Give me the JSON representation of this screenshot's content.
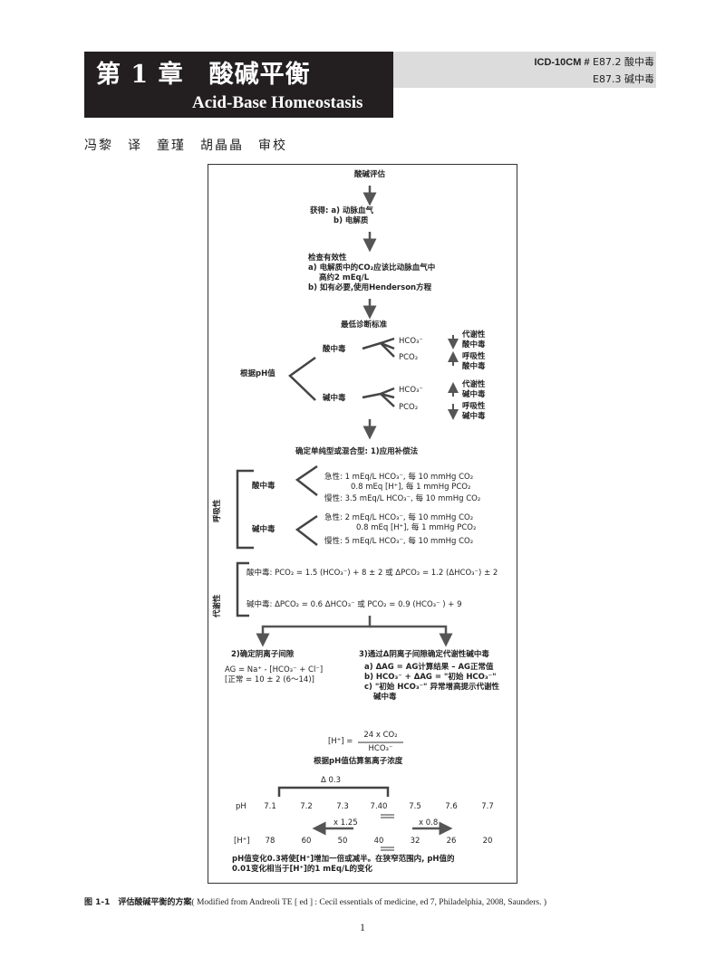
{
  "header": {
    "chapter_cn": "第 1 章　酸碱平衡",
    "chapter_en": "Acid-Base Homeostasis",
    "icd_prefix": "ICD-10CM #",
    "icd_line1": " E87.2 酸中毒",
    "icd_line2": "E87.3 碱中毒"
  },
  "translators": "冯黎　译　童瑾　胡晶晶　审校",
  "flow": {
    "title": "酸碱评估",
    "obtain_1": "获得: a) 动脉血气",
    "obtain_2": "b) 电解质",
    "validity_title": "检查有效性",
    "validity_a1": "a) 电解质中的CO₂应该比动脉血气中",
    "validity_a2": "高约2 mEq/L",
    "validity_b": "b) 如有必要,使用Henderson方程",
    "min_criteria": "最低诊断标准",
    "ph_based": "根据pH值",
    "acidosis": "酸中毒",
    "alkalosis": "碱中毒",
    "hco3": "HCO₃⁻",
    "pco2": "PCO₂",
    "metabolic_acid_1": "代谢性",
    "metabolic_acid_2": "酸中毒",
    "resp_acid_1": "呼吸性",
    "resp_acid_2": "酸中毒",
    "metabolic_alk_1": "代谢性",
    "metabolic_alk_2": "碱中毒",
    "resp_alk_1": "呼吸性",
    "resp_alk_2": "碱中毒",
    "determine_mix": "确定单纯型或混合型: 1)应用补偿法",
    "respiratory": "呼吸性",
    "metabolic": "代谢性",
    "resp_acid_label": "酸中毒",
    "resp_acid_acute1": "急性:  1 mEq/L HCO₃⁻, 每 10 mmHg CO₂",
    "resp_acid_acute2": "0.8 mEq [H⁺], 每 1 mmHg PCO₂",
    "resp_acid_chronic": "慢性:  3.5 mEq/L HCO₃⁻, 每 10 mmHg CO₂",
    "resp_alk_label": "碱中毒",
    "resp_alk_acute1": "急性:  2 mEq/L HCO₃⁻, 每 10 mmHg CO₂",
    "resp_alk_acute2": "0.8 mEq [H⁺], 每 1 mmHg PCO₂",
    "resp_alk_chronic": "慢性:  5 mEq/L HCO₃⁻, 每 10 mmHg CO₂",
    "met_acid": "酸中毒:  PCO₂ = 1.5 (HCO₃⁻) + 8 ± 2 或 ΔPCO₂ = 1.2 (ΔHCO₃⁻) ± 2",
    "met_alk": "碱中毒:  ΔPCO₂ = 0.6  ΔHCO₃⁻ 或 PCO₂ = 0.9 (HCO₃⁻ ) + 9",
    "ag_title": "2)确定阴离子间隙",
    "ag_formula": "AG = Na⁺ - [HCO₃⁻ + Cl⁻]",
    "ag_normal": "[正常 = 10 ± 2 (6～14)]",
    "delta_title": "3)通过Δ阴离子间隙确定代谢性碱中毒",
    "delta_a": "a) ΔAG = AG计算结果 – AG正常值",
    "delta_b": "b) HCO₃⁻ + ΔAG = \"初始 HCO₃⁻\"",
    "delta_c1": "c) \"初始 HCO₃⁻\" 异常增高提示代谢性",
    "delta_c2": "碱中毒",
    "h_lhs": "[H⁺] =",
    "h_num": "24 x CO₂",
    "h_den": "HCO₃⁻",
    "h_estimate": "根据pH值估算氢离子浓度",
    "delta_ph": "Δ 0.3",
    "ph_label": "pH",
    "ph_values": [
      "7.1",
      "7.2",
      "7.3",
      "7.40",
      "7.5",
      "7.6",
      "7.7"
    ],
    "h_label": "[H⁺]",
    "h_values": [
      "78",
      "60",
      "50",
      "40",
      "32",
      "26",
      "20"
    ],
    "mult_left": "x 1.25",
    "mult_right": "x 0.8",
    "note1": "pH值变化0.3将使[H⁺]增加一倍或减半。在狭窄范围内, pH值的",
    "note2": "0.01变化相当于[H⁺]的1 mEq/L的变化"
  },
  "caption": {
    "label": "图 1-1　评估酸碱平衡的方案",
    "text": "( Modified from Andreoli TE [ ed ] : Cecil essentials of medicine, ed 7, Philadelphia, 2008, Saunders. )"
  },
  "page_number": "1"
}
